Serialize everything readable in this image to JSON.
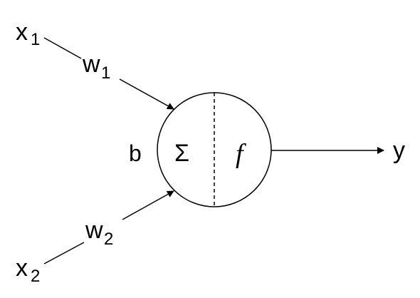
{
  "labels": {
    "x1_main": "x",
    "x1_sub": "1",
    "w1_main": "w",
    "w1_sub": "1",
    "x2_main": "x",
    "x2_sub": "2",
    "w2_main": "w",
    "w2_sub": "2",
    "bias": "b",
    "sum": "Σ",
    "activation": "f",
    "output": "y"
  },
  "colors": {
    "stroke": "#000000",
    "background": "#ffffff"
  }
}
